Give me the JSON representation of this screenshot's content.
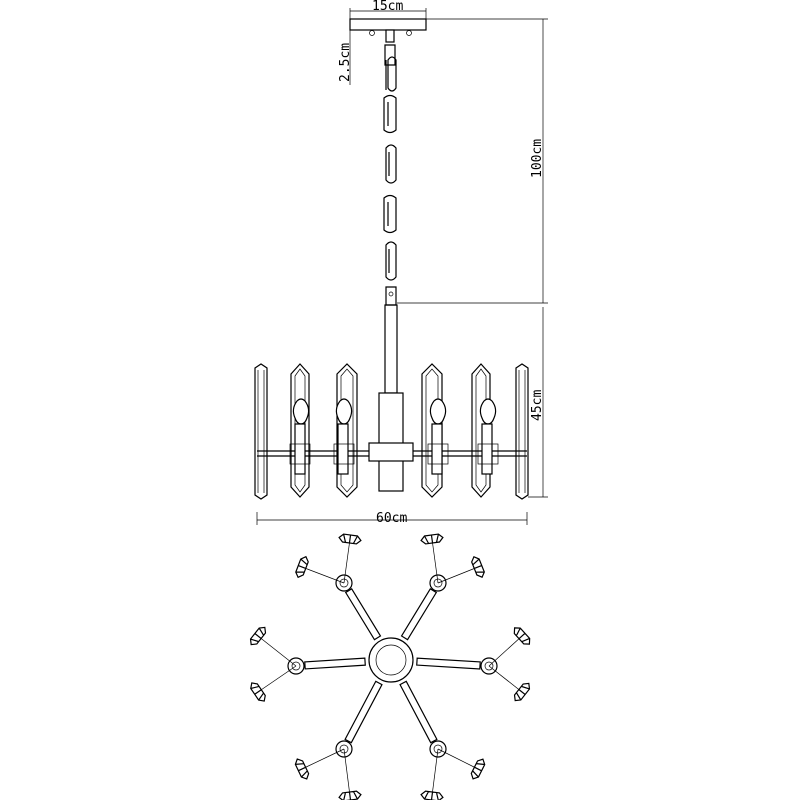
{
  "dimensions": {
    "canopy_width": "15cm",
    "canopy_height": "2.5cm",
    "chain_length": "100cm",
    "body_height": "45cm",
    "body_width": "60cm"
  },
  "colors": {
    "line": "#000000",
    "background": "#ffffff"
  }
}
